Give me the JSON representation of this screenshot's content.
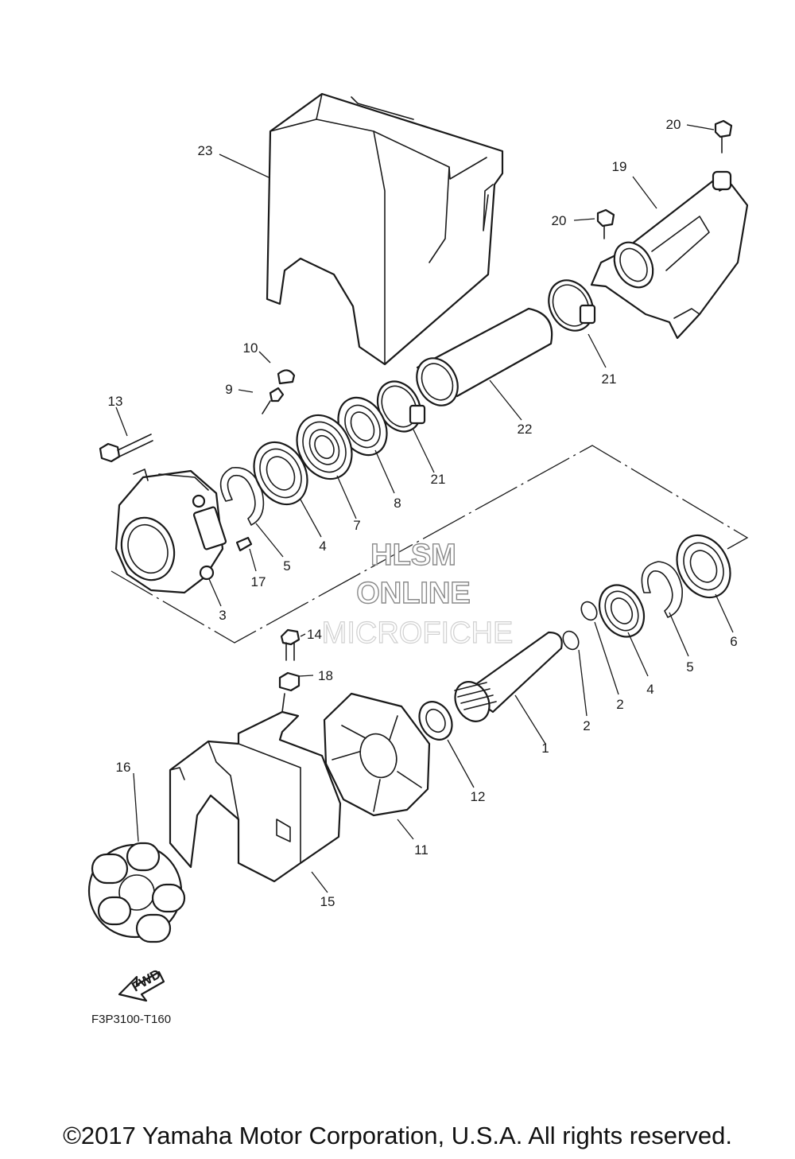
{
  "callouts": [
    {
      "id": "c1",
      "label": "1"
    },
    {
      "id": "c2a",
      "label": "2"
    },
    {
      "id": "c2b",
      "label": "2"
    },
    {
      "id": "c3",
      "label": "3"
    },
    {
      "id": "c4a",
      "label": "4"
    },
    {
      "id": "c4b",
      "label": "4"
    },
    {
      "id": "c5a",
      "label": "5"
    },
    {
      "id": "c5b",
      "label": "5"
    },
    {
      "id": "c6",
      "label": "6"
    },
    {
      "id": "c7",
      "label": "7"
    },
    {
      "id": "c8",
      "label": "8"
    },
    {
      "id": "c9",
      "label": "9"
    },
    {
      "id": "c10",
      "label": "10"
    },
    {
      "id": "c11",
      "label": "11"
    },
    {
      "id": "c12",
      "label": "12"
    },
    {
      "id": "c13",
      "label": "13"
    },
    {
      "id": "c14",
      "label": "14"
    },
    {
      "id": "c15",
      "label": "15"
    },
    {
      "id": "c16",
      "label": "16"
    },
    {
      "id": "c17",
      "label": "17"
    },
    {
      "id": "c18",
      "label": "18"
    },
    {
      "id": "c19",
      "label": "19"
    },
    {
      "id": "c20a",
      "label": "20"
    },
    {
      "id": "c20b",
      "label": "20"
    },
    {
      "id": "c21a",
      "label": "21"
    },
    {
      "id": "c21b",
      "label": "21"
    },
    {
      "id": "c22",
      "label": "22"
    },
    {
      "id": "c23",
      "label": "23"
    }
  ],
  "fwd_label": "FWD",
  "figure_code": "F3P3100-T160",
  "watermark": {
    "line1": "HLSM",
    "line2": "ONLINE",
    "line3": "MICROFICHE"
  },
  "copyright": "©2017 Yamaha Motor Corporation, U.S.A. All rights reserved."
}
